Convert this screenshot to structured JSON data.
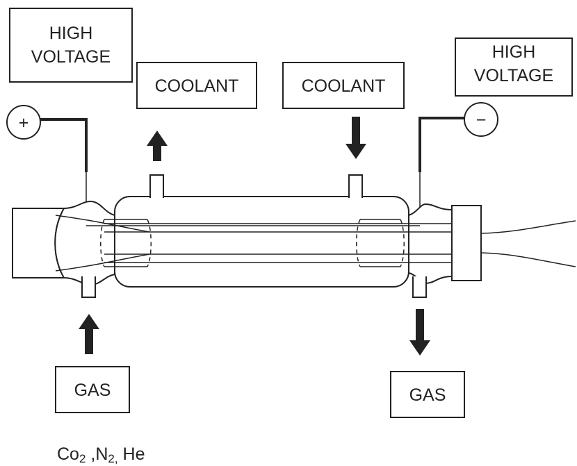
{
  "labels": {
    "hv_left_line1": "HIGH",
    "hv_left_line2": "VOLTAGE",
    "hv_right_line1": "HIGH",
    "hv_right_line2": "VOLTAGE",
    "coolant_out": "COOLANT",
    "coolant_in": "COOLANT",
    "gas_in": "GAS",
    "gas_out": "GAS",
    "positive_symbol": "+",
    "negative_symbol": "−"
  },
  "gas_mixture": {
    "part1": "Co",
    "part1_sub": "2",
    "sep1": " ,N",
    "part2_sub": "2,",
    "part3": " He"
  }
}
